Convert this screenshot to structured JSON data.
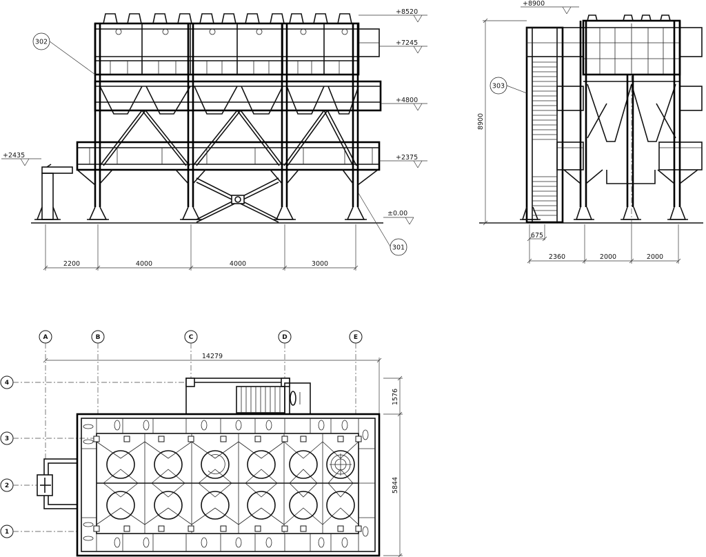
{
  "front_view": {
    "elevations": [
      "+8520",
      "+7245",
      "+4800",
      "+2375",
      "±0.00",
      "+2435"
    ],
    "bottom_dims": [
      "2200",
      "4000",
      "4000",
      "3000"
    ],
    "callouts": [
      "302",
      "301"
    ]
  },
  "side_view": {
    "top_elevation": "+8900",
    "height": "8900",
    "callout": "303",
    "stair_width": "675",
    "bottom_dims": [
      "2360",
      "2000",
      "2000"
    ]
  },
  "plan_view": {
    "col_axes": [
      "A",
      "B",
      "C",
      "D",
      "E"
    ],
    "row_axes": [
      "4",
      "3",
      "2",
      "1"
    ],
    "overall_length": "14279",
    "right_dims": [
      "1576",
      "5844"
    ]
  }
}
